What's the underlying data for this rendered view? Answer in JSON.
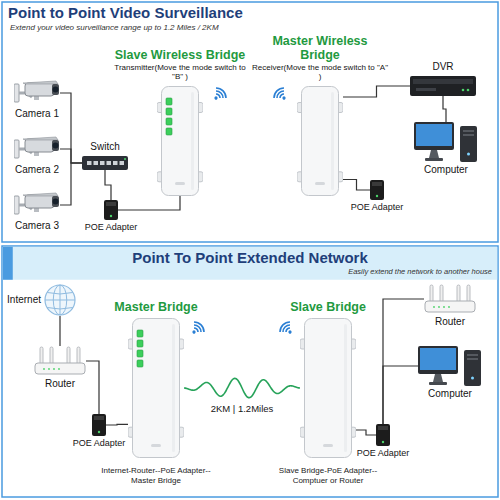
{
  "diagram": {
    "title": "Point to Point Video Surveillance",
    "nodes": [
      {
        "text": [
          "Camera 1"
        ]
      },
      {
        "text": [
          "Camera 2"
        ]
      },
      {
        "text": [
          "Camera 3"
        ]
      },
      {
        "text": [
          "Switch"
        ]
      },
      {
        "text": [
          "POE Adapter"
        ]
      },
      {
        "text": [
          "Slave Wireless Bridge",
          "Transmitter(Move the mode switch to \"B\" )"
        ]
      },
      {
        "text": [
          "Master Wireless Bridge",
          "Receiver(Move the mode switch to \"A\" )"
        ]
      },
      {
        "text": [
          "DVR"
        ]
      },
      {
        "text": [
          "Computer"
        ]
      },
      {
        "text": [
          "POE Adapter"
        ]
      },
      {
        "text": [
          "Internet"
        ]
      },
      {
        "text": [
          "Router"
        ]
      },
      {
        "text": [
          "POE Adapter"
        ]
      },
      {
        "text": [
          "Master Bridge"
        ]
      },
      {
        "text": [
          "Slave Bridge"
        ]
      },
      {
        "text": [
          "Router"
        ]
      },
      {
        "text": [
          "Computer"
        ]
      },
      {
        "text": [
          "POE Adapter"
        ]
      }
    ],
    "edges": [
      {
        "from": 0,
        "to": 3,
        "arrow": "none"
      },
      {
        "from": 1,
        "to": 3,
        "arrow": "none"
      },
      {
        "from": 2,
        "to": 3,
        "arrow": "none"
      },
      {
        "from": 3,
        "to": 4,
        "arrow": "none"
      },
      {
        "from": 4,
        "to": 5,
        "arrow": "none"
      },
      {
        "from": 6,
        "to": 7,
        "arrow": "none"
      },
      {
        "from": 7,
        "to": 8,
        "arrow": "none"
      },
      {
        "from": 6,
        "to": 9,
        "arrow": "none"
      },
      {
        "from": 10,
        "to": 11,
        "arrow": "none"
      },
      {
        "from": 11,
        "to": 12,
        "arrow": "none"
      },
      {
        "from": 12,
        "to": 13,
        "arrow": "none"
      },
      {
        "from": 13,
        "to": 14,
        "label": "2KM | 1.2Miles",
        "arrow": "none"
      },
      {
        "from": 14,
        "to": 17,
        "arrow": "none"
      },
      {
        "from": 17,
        "to": 15,
        "arrow": "none"
      },
      {
        "from": 17,
        "to": 16,
        "arrow": "none"
      }
    ],
    "labels": [
      "Extend your video surveillance range up to 1.2 Miles / 2KM",
      "Point To Point Extended Network",
      "Easily extend the network to another house",
      "Internet-Router--PoE Adapter--Master Bridge",
      "Slave Bridge-PoE Adapter-- Comptuer or Router"
    ]
  }
}
